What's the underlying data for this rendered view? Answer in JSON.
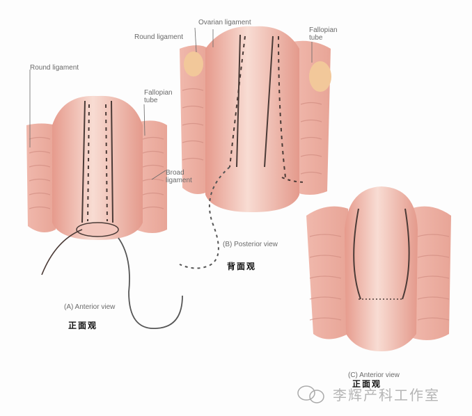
{
  "labels": {
    "a_round_ligament": "Round ligament",
    "a_fallopian_tube": "Fallopian\ntube",
    "a_broad_ligament": "Broad\nligament",
    "a_caption": "(A) Anterior view",
    "a_caption_cn": "正面观",
    "b_round_ligament": "Round ligament",
    "b_ovarian_ligament": "Ovarian ligament",
    "b_fallopian_tube": "Fallopian\ntube",
    "b_caption": "(B) Posterior view",
    "b_caption_cn": "背面观",
    "c_caption": "(C) Anterior view",
    "c_caption_cn": "正面观"
  },
  "watermark": "李辉产科工作室",
  "colors": {
    "tissue": "#eaa79b",
    "tissue_light": "#f6d2c8",
    "suture": "#4a3a36",
    "label": "#6a6a6a"
  }
}
